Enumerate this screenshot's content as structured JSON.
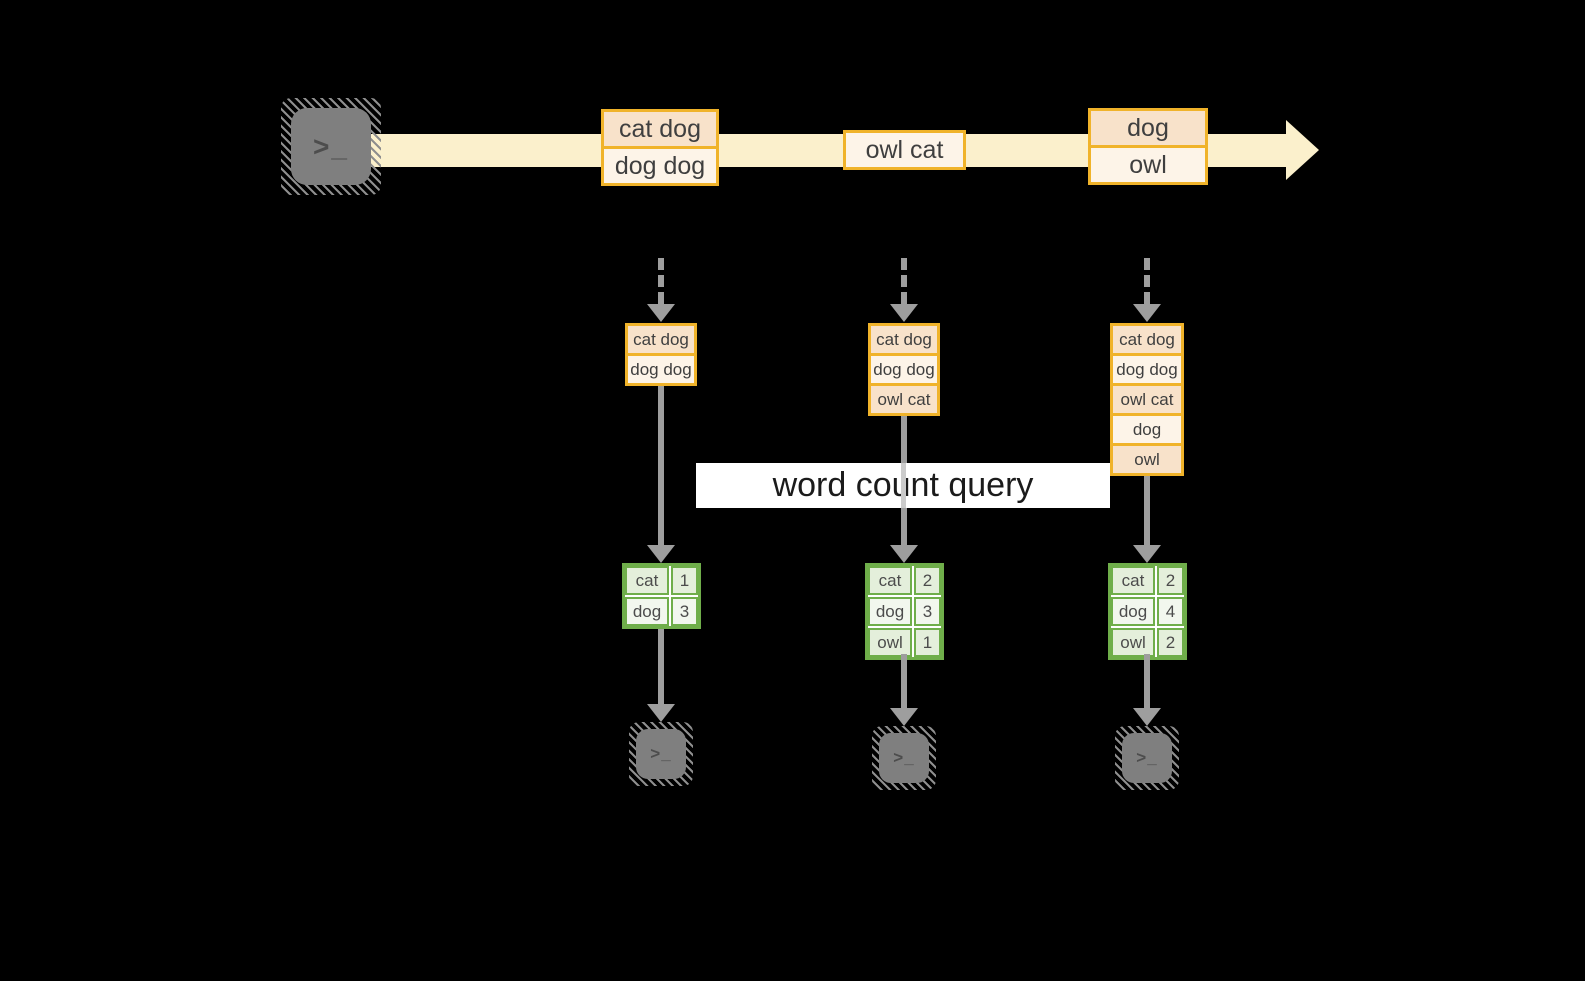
{
  "diagram": {
    "query_label": "word count query",
    "prompt_glyph": ">_"
  },
  "palette": {
    "background": "#000000",
    "stream_fill": "#fbf0cc",
    "record_border": "#f0b32a",
    "record_row_peach": "#f8e2ca",
    "record_row_cream": "#fdf4e8",
    "table_border": "#6fae4a",
    "table_row_green": "#e4efdb",
    "table_row_light": "#f2f7ee",
    "arrow_gray": "#9e9e9e",
    "terminal_gray": "#7f7f7f",
    "label_bg": "#ffffff",
    "text_dark": "#3f3f3f"
  },
  "stream_events": [
    {
      "rows": [
        "cat dog",
        "dog dog"
      ]
    },
    {
      "rows": [
        "owl cat"
      ]
    },
    {
      "rows": [
        "dog",
        "owl"
      ]
    }
  ],
  "snapshots": [
    {
      "records": [
        "cat dog",
        "dog dog"
      ],
      "counts": [
        {
          "word": "cat",
          "count": "1"
        },
        {
          "word": "dog",
          "count": "3"
        }
      ]
    },
    {
      "records": [
        "cat dog",
        "dog dog",
        "owl cat"
      ],
      "counts": [
        {
          "word": "cat",
          "count": "2"
        },
        {
          "word": "dog",
          "count": "3"
        },
        {
          "word": "owl",
          "count": "1"
        }
      ]
    },
    {
      "records": [
        "cat dog",
        "dog dog",
        "owl cat",
        "dog",
        "owl"
      ],
      "counts": [
        {
          "word": "cat",
          "count": "2"
        },
        {
          "word": "dog",
          "count": "4"
        },
        {
          "word": "owl",
          "count": "2"
        }
      ]
    }
  ]
}
